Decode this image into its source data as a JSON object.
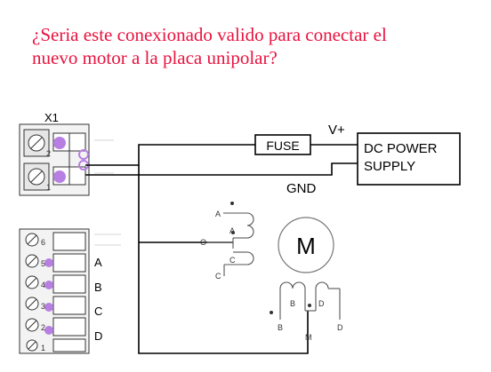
{
  "question": {
    "line1": "¿Seria este conexionado valido para conectar el",
    "line2": "nuevo motor a la placa unipolar?"
  },
  "connector_top": {
    "name": "X1",
    "pins": [
      "2",
      "1"
    ]
  },
  "connector_bottom": {
    "pins": [
      "6",
      "5",
      "4",
      "3",
      "2",
      "1"
    ],
    "terminals": [
      "A",
      "B",
      "C",
      "D"
    ]
  },
  "power": {
    "fuse": "FUSE",
    "vplus": "V+",
    "gnd": "GND",
    "supply_line1": "DC POWER",
    "supply_line2": "SUPPLY"
  },
  "motor": {
    "label": "M",
    "coil1": {
      "top": "A",
      "mid_left": "O",
      "bottom": "C"
    },
    "coil1_inner": {
      "a": "A",
      "c": "C"
    },
    "coil2": {
      "b": "B",
      "m": "M",
      "d": "D"
    },
    "coil2_inner": {
      "b": "B",
      "d": "D"
    }
  },
  "colors": {
    "question": "#e8133f",
    "pin_highlight": "#b87fe3"
  }
}
